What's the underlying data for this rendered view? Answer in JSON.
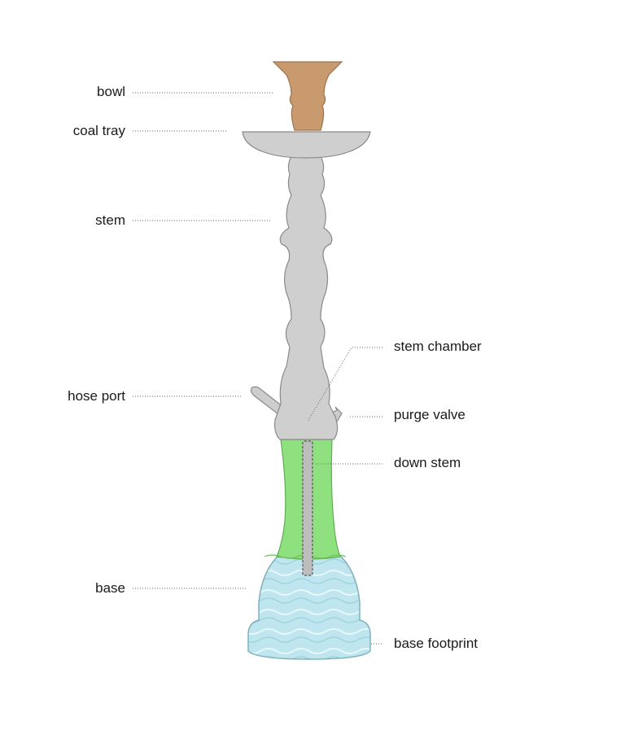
{
  "labels": {
    "bowl": "bowl",
    "coal_tray": "coal tray",
    "stem": "stem",
    "hose_port": "hose port",
    "base": "base",
    "stem_chamber": "stem chamber",
    "purge_valve": "purge valve",
    "down_stem": "down stem",
    "base_footprint": "base footprint"
  },
  "colors": {
    "bowl": "#c99a6e",
    "metal": "#cdcdcd",
    "metal_outline": "#8a8a8a",
    "glass_green": "#8fe07f",
    "water": "#bfe6ee",
    "leader_line": "#666666",
    "text": "#1a1a1a"
  }
}
